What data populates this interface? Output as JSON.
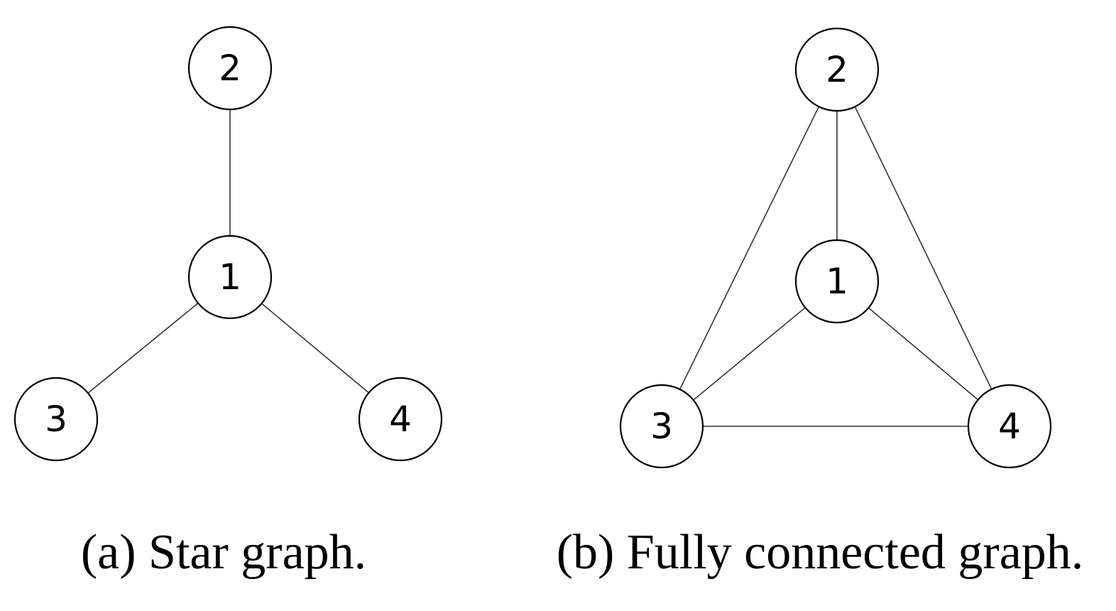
{
  "subfigures": [
    {
      "id": "a",
      "caption": "(a) Star graph.",
      "nodes": [
        {
          "id": "1",
          "label": "1"
        },
        {
          "id": "2",
          "label": "2"
        },
        {
          "id": "3",
          "label": "3"
        },
        {
          "id": "4",
          "label": "4"
        }
      ],
      "edges": [
        [
          "1",
          "2"
        ],
        [
          "1",
          "3"
        ],
        [
          "1",
          "4"
        ]
      ]
    },
    {
      "id": "b",
      "caption": "(b) Fully connected graph.",
      "nodes": [
        {
          "id": "1",
          "label": "1"
        },
        {
          "id": "2",
          "label": "2"
        },
        {
          "id": "3",
          "label": "3"
        },
        {
          "id": "4",
          "label": "4"
        }
      ],
      "edges": [
        [
          "1",
          "2"
        ],
        [
          "1",
          "3"
        ],
        [
          "1",
          "4"
        ],
        [
          "2",
          "3"
        ],
        [
          "2",
          "4"
        ],
        [
          "3",
          "4"
        ]
      ]
    }
  ]
}
